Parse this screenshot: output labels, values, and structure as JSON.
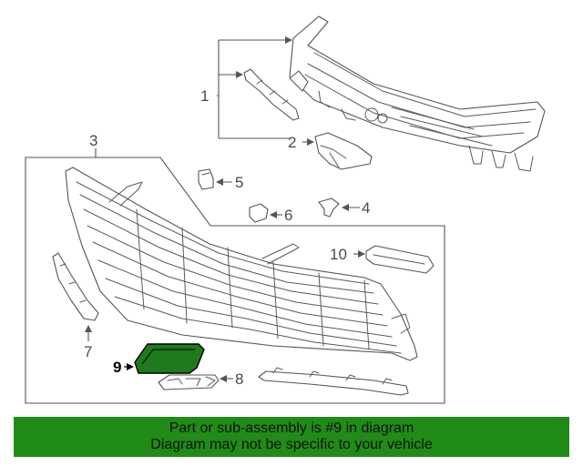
{
  "callouts": {
    "c1": "1",
    "c2": "2",
    "c3": "3",
    "c4": "4",
    "c5": "5",
    "c6": "6",
    "c7": "7",
    "c8": "8",
    "c9": "9",
    "c10": "10"
  },
  "highlighted_part": "9",
  "highlight_color": "#1e7a1a",
  "banner": {
    "line1": "Part or sub-assembly is #9 in diagram",
    "line2": "Diagram may not be specific to your vehicle",
    "background": "#218b17"
  }
}
